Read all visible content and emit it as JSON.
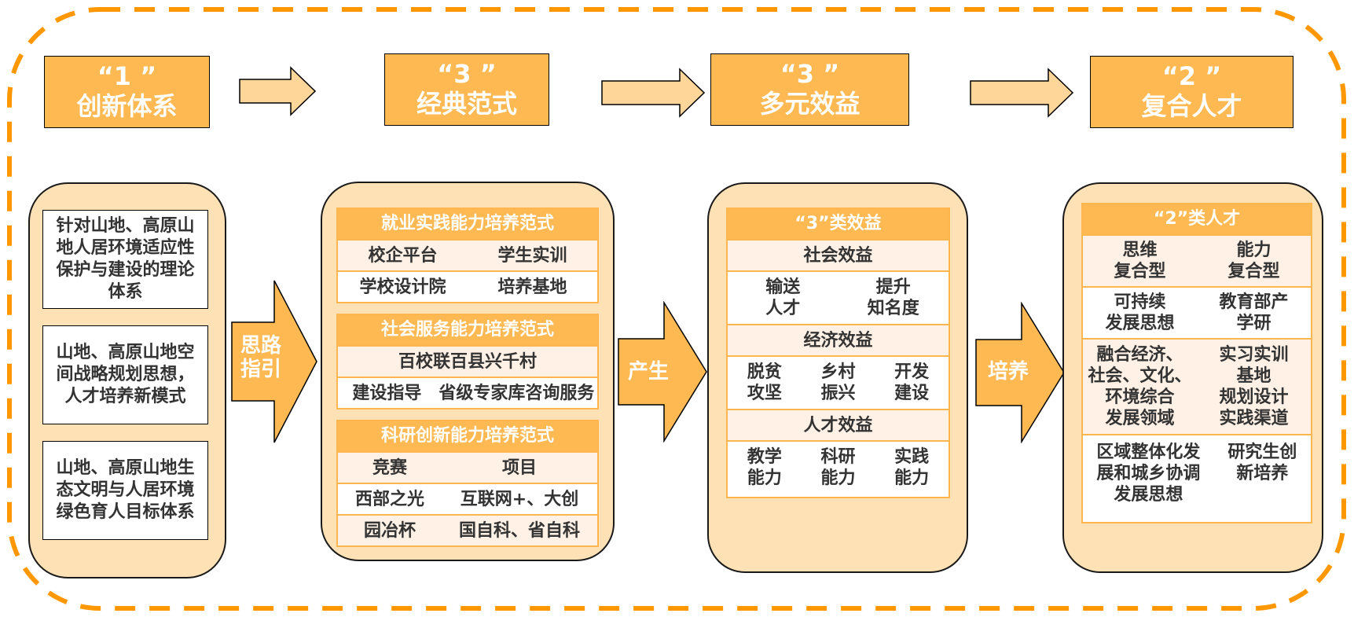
{
  "colors": {
    "accent": "#ffb952",
    "panel_fill": "#ffe1b6",
    "dashed_border": "#ff9800",
    "small_arrow_fill": "#ffd699",
    "row_alt": "#fff1e6",
    "text_dark": "#333333"
  },
  "headers": [
    {
      "num": "“1 ”",
      "title": "创新体系"
    },
    {
      "num": "“3 ”",
      "title": "经典范式"
    },
    {
      "num": "“3 ”",
      "title": "多元效益"
    },
    {
      "num": "“2 ”",
      "title": "复合人才"
    }
  ],
  "connectors": [
    {
      "label": "思路\n指引",
      "lines": [
        "思路",
        "指引"
      ]
    },
    {
      "label": "产生",
      "lines": [
        "产生"
      ]
    },
    {
      "label": "培养",
      "lines": [
        "培养"
      ]
    }
  ],
  "innovation_system": {
    "items": [
      "针对山地、高原山地人居环境适应性保护与建设的理论体系",
      "山地、高原山地空间战略规划思想，人才培养新模式",
      "山地、高原山地生态文明与人居环境绿色育人目标体系"
    ]
  },
  "paradigms": [
    {
      "title": "就业实践能力培养范式",
      "rows": [
        [
          "校企平台",
          "学生实训"
        ],
        [
          "学校设计院",
          "培养基地"
        ]
      ]
    },
    {
      "title": "社会服务能力培养范式",
      "rows": [
        [
          "百校联百县兴千村"
        ],
        [
          "建设指导",
          "省级专家库咨询服务"
        ]
      ]
    },
    {
      "title": "科研创新能力培养范式",
      "rows": [
        [
          "竞赛",
          "项目"
        ],
        [
          "西部之光",
          "互联网+、大创"
        ],
        [
          "园冶杯",
          "国自科、省自科"
        ]
      ]
    }
  ],
  "benefits": {
    "title": "“3”类效益",
    "groups": [
      {
        "name": "社会效益",
        "items": [
          [
            "输送",
            "人才"
          ],
          [
            "提升",
            "知名度"
          ]
        ]
      },
      {
        "name": "经济效益",
        "items": [
          [
            "脱贫",
            "攻坚"
          ],
          [
            "乡村",
            "振兴"
          ],
          [
            "开发",
            "建设"
          ]
        ]
      },
      {
        "name": "人才效益",
        "items": [
          [
            "教学",
            "能力"
          ],
          [
            "科研",
            "能力"
          ],
          [
            "实践",
            "能力"
          ]
        ]
      }
    ]
  },
  "talents": {
    "title": "“2”类人才",
    "rows": [
      [
        [
          "思维",
          "复合型"
        ],
        [
          "能力",
          "复合型"
        ]
      ],
      [
        [
          "可持续",
          "发展思想"
        ],
        [
          "教育部产",
          "学研"
        ]
      ],
      [
        [
          "融合经济、",
          "社会、文化、",
          "环境综合",
          "发展领域"
        ],
        [
          "实习实训",
          "基地",
          "规划设计",
          "实践渠道"
        ]
      ],
      [
        [
          "区域整体化发",
          "展和城乡协调",
          "发展思想"
        ],
        [
          "研究生创",
          "新培养"
        ]
      ]
    ]
  }
}
